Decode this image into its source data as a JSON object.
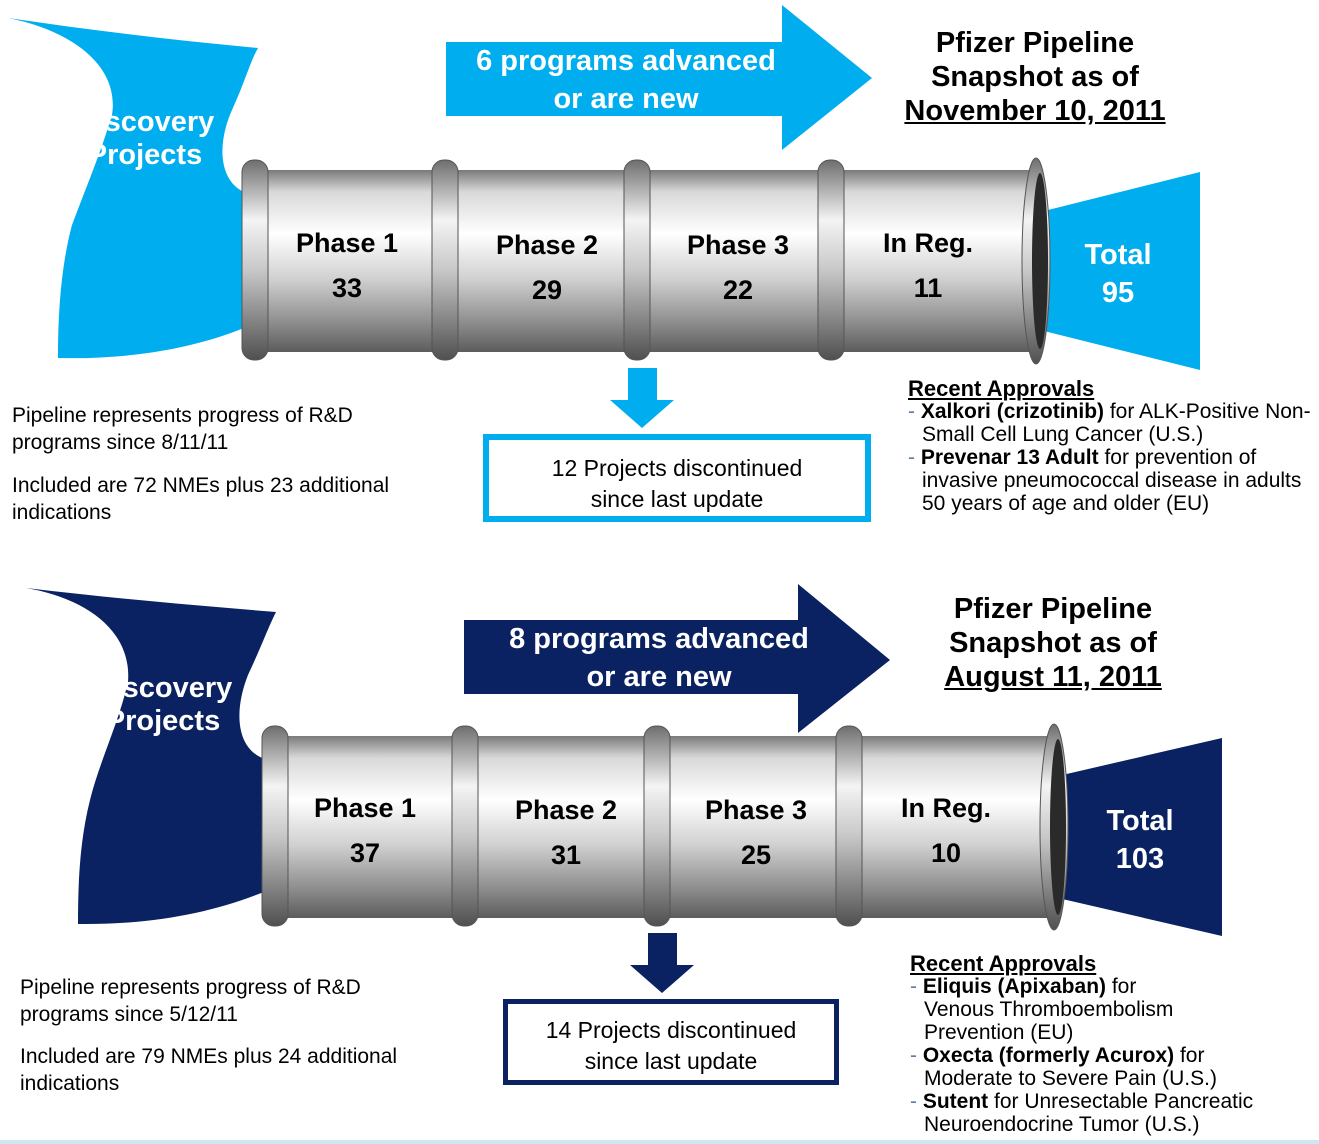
{
  "colors": {
    "top_accent": "#00AEEF",
    "bottom_accent": "#0A2261"
  },
  "snapshots": [
    {
      "arrow_text": "6 programs advanced or are new",
      "arrow_line1": "6 programs advanced",
      "arrow_line2": "or are new",
      "title_line1": "Pfizer Pipeline",
      "title_line2": "Snapshot as of",
      "title_date": "November 10, 2011",
      "discovery_line1": "Discovery",
      "discovery_line2": "Projects",
      "phases": [
        {
          "label": "Phase 1",
          "value": "33"
        },
        {
          "label": "Phase 2",
          "value": "29"
        },
        {
          "label": "Phase 3",
          "value": "22"
        },
        {
          "label": "In Reg.",
          "value": "11"
        }
      ],
      "total_label": "Total",
      "total_value": "95",
      "note1": "Pipeline represents progress of R&D programs since 8/11/11",
      "note2": "Included are 72 NMEs plus 23 additional indications",
      "discontinued": "12 Projects discontinued since last update",
      "approvals_heading": "Recent Approvals",
      "approvals": [
        {
          "name": "Xalkori (crizotinib)",
          "desc": " for ALK-Positive Non-Small Cell Lung Cancer (U.S.)"
        },
        {
          "name": "Prevenar 13 Adult",
          "desc": " for prevention of invasive pneumococcal disease in adults 50 years of age and older (EU)"
        }
      ]
    },
    {
      "arrow_line1": "8 programs advanced",
      "arrow_line2": "or are new",
      "title_line1": "Pfizer Pipeline",
      "title_line2": "Snapshot as of",
      "title_date": "August 11, 2011",
      "discovery_line1": "Discovery",
      "discovery_line2": "Projects",
      "phases": [
        {
          "label": "Phase 1",
          "value": "37"
        },
        {
          "label": "Phase 2",
          "value": "31"
        },
        {
          "label": "Phase 3",
          "value": "25"
        },
        {
          "label": "In Reg.",
          "value": "10"
        }
      ],
      "total_label": "Total",
      "total_value": "103",
      "note1": "Pipeline represents progress of R&D programs since 5/12/11",
      "note2": "Included are 79 NMEs plus 24 additional indications",
      "discontinued": "14 Projects discontinued since last update",
      "approvals_heading": "Recent Approvals",
      "approvals": [
        {
          "name": "Eliquis (Apixaban)",
          "desc": " for Venous Thromboembolism Prevention (EU)"
        },
        {
          "name": "Oxecta (formerly Acurox)",
          "desc": " for Moderate to Severe Pain (U.S.)"
        },
        {
          "name": "Sutent",
          "desc": " for Unresectable Pancreatic Neuroendocrine Tumor (U.S.)"
        }
      ]
    }
  ]
}
